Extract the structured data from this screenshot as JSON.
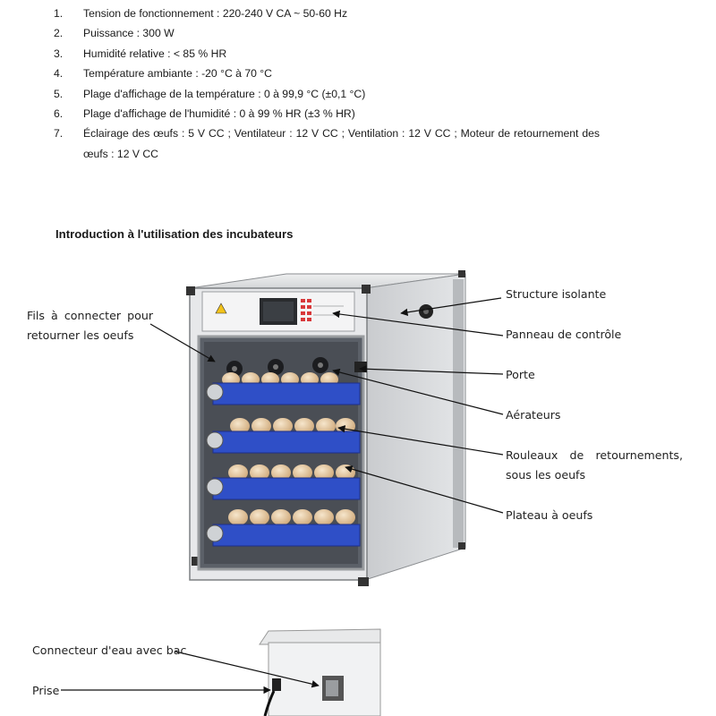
{
  "specs": [
    {
      "num": "1.",
      "text": "Tension de fonctionnement : 220-240 V CA ~ 50-60 Hz"
    },
    {
      "num": "2.",
      "text": "Puissance : 300 W"
    },
    {
      "num": "3.",
      "text": "Humidité relative : < 85 % HR"
    },
    {
      "num": "4.",
      "text": "Température ambiante : -20 °C à 70 °C"
    },
    {
      "num": "5.",
      "text": "Plage d'affichage de la température : 0 à 99,9 °C (±0,1 °C)"
    },
    {
      "num": "6.",
      "text": "Plage d'affichage de l'humidité : 0 à 99 % HR (±3 % HR)"
    },
    {
      "num": "7.",
      "text": "Éclairage des œufs : 5 V CC ; Ventilateur : 12 V CC ; Ventilation : 12 V CC ; Moteur de retournement des œufs : 12 V CC"
    }
  ],
  "section_title": "Introduction à l'utilisation des incubateurs",
  "callouts": {
    "wires": "Fils à connecter pour retourner les oeufs",
    "insulation": "Structure isolante",
    "control_panel": "Panneau de contrôle",
    "door": "Porte",
    "aerators": "Aérateurs",
    "rollers": "Rouleaux de retournements, sous les oeufs",
    "tray": "Plateau à oeufs",
    "water_connector": "Connecteur d'eau avec bac",
    "plug": "Prise"
  },
  "colors": {
    "tray_blue": "#2f4fc7",
    "cabinet_grey": "#d8dadd",
    "egg": "#e6c9a0",
    "accent_red": "#d8383a"
  }
}
